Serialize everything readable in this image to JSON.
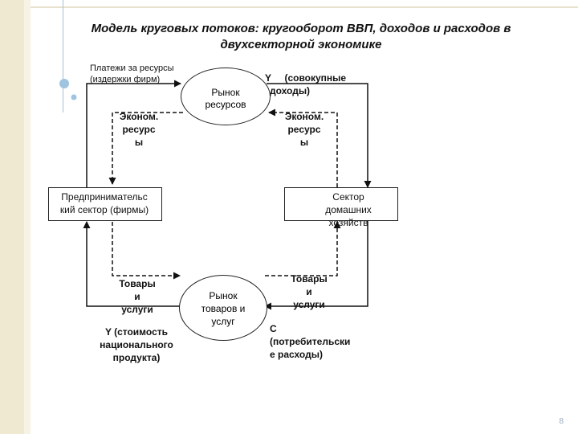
{
  "title_line1": "Модель круговых потоков: кругооборот ВВП, доходов и расходов в",
  "title_line2": "двухсекторной экономике",
  "labels": {
    "payments_line1": "Платежи за ресурсы",
    "payments_line2": "(издержки фирм)",
    "income_line1": "Y     (совокупные",
    "income_line2": "доходы)",
    "econ_left_1": "Эконом.",
    "econ_left_2": "ресурс",
    "econ_left_3": "ы",
    "econ_right_1": "Эконом.",
    "econ_right_2": "ресурс",
    "econ_right_3": "ы",
    "goods_left_1": "Товары",
    "goods_left_2": "и",
    "goods_left_3": "услуги",
    "goods_right_1": "Товары",
    "goods_right_2": "и",
    "goods_right_3": "услуги",
    "gdp_1": "Y (стоимость",
    "gdp_2": "национального",
    "gdp_3": "продукта)",
    "cons_1": "C",
    "cons_2": "(потребительски",
    "cons_3": "е расходы)"
  },
  "nodes": {
    "resource_market_1": "Рынок",
    "resource_market_2": "ресурсов",
    "goods_market_1": "Рынок",
    "goods_market_2": "товаров и",
    "goods_market_3": "услуг",
    "firms_1": "Предпринимательс",
    "firms_2": "кий сектор (фирмы)",
    "households_1": "Сектор",
    "households_2": "домашних",
    "households_3": "хозяйств"
  },
  "page_number": "8",
  "colors": {
    "deco_circle": "#9fc4e0",
    "band": "#efe9d2"
  }
}
